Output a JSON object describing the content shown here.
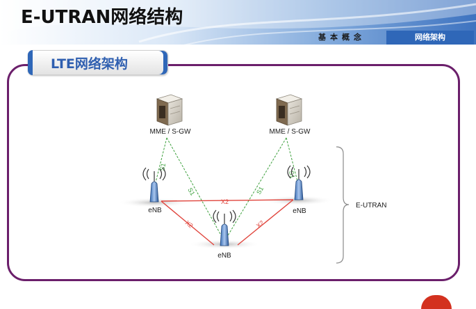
{
  "header": {
    "title": "E-UTRAN网络结构",
    "tab_basic": "基本概念",
    "tab_arch": "网络架构"
  },
  "section": {
    "label": "LTE网络架构"
  },
  "diagram": {
    "mme_left_label": "MME / S-GW",
    "mme_right_label": "MME / S-GW",
    "enb_left_label": "eNB",
    "enb_right_label": "eNB",
    "enb_bottom_label": "eNB",
    "s1_label": "S1",
    "x2_label": "X2",
    "eutran_label": "E-UTRAN",
    "colors": {
      "s1_link": "#3ca03c",
      "x2_link": "#e0443c",
      "frame": "#6b1f6b",
      "accent": "#2f67b8"
    }
  }
}
